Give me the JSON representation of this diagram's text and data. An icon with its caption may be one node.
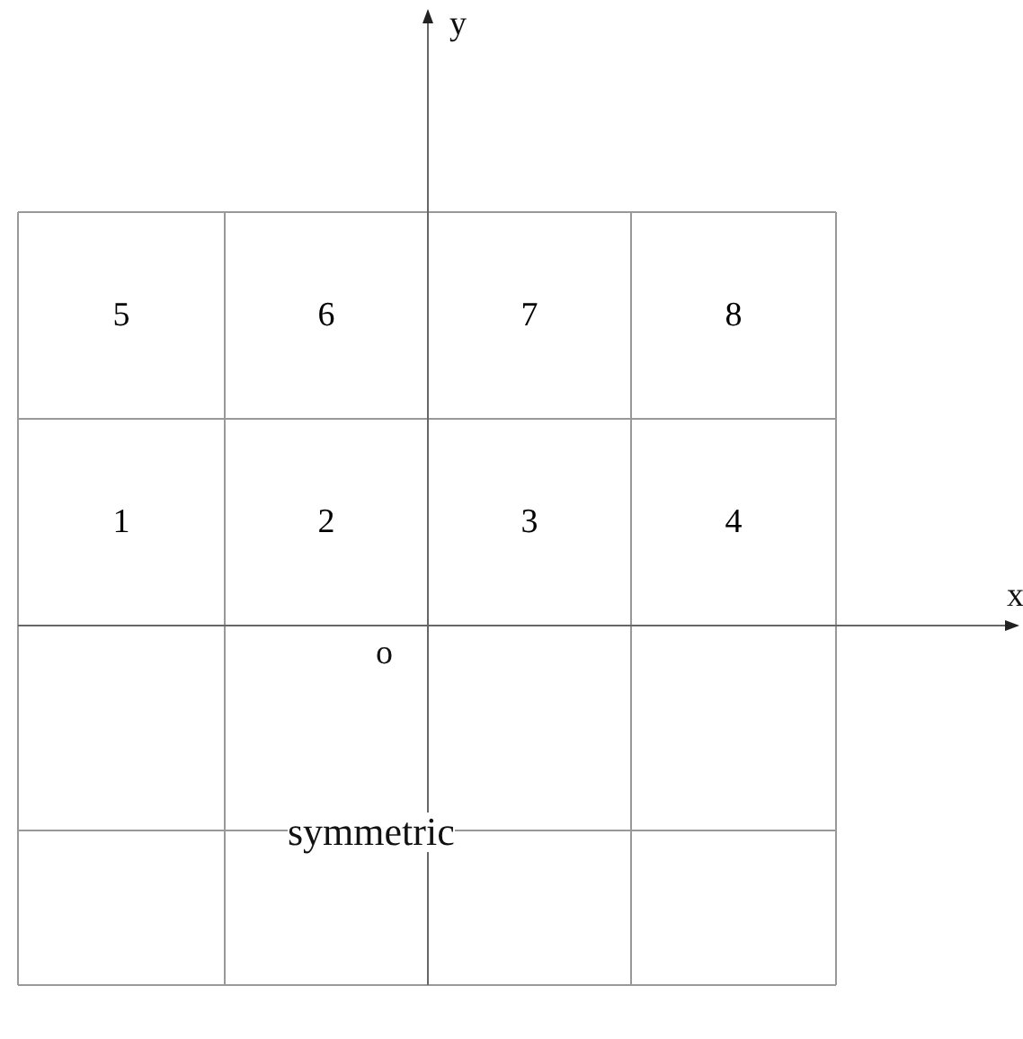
{
  "diagram": {
    "nodes": [
      {
        "text": [
          "5"
        ]
      },
      {
        "text": [
          "6"
        ]
      },
      {
        "text": [
          "7"
        ]
      },
      {
        "text": [
          "8"
        ]
      },
      {
        "text": [
          "1"
        ]
      },
      {
        "text": [
          "2"
        ]
      },
      {
        "text": [
          "3"
        ]
      },
      {
        "text": [
          "4"
        ]
      }
    ],
    "labels": [
      "y",
      "x",
      "o",
      "symmetric"
    ]
  }
}
